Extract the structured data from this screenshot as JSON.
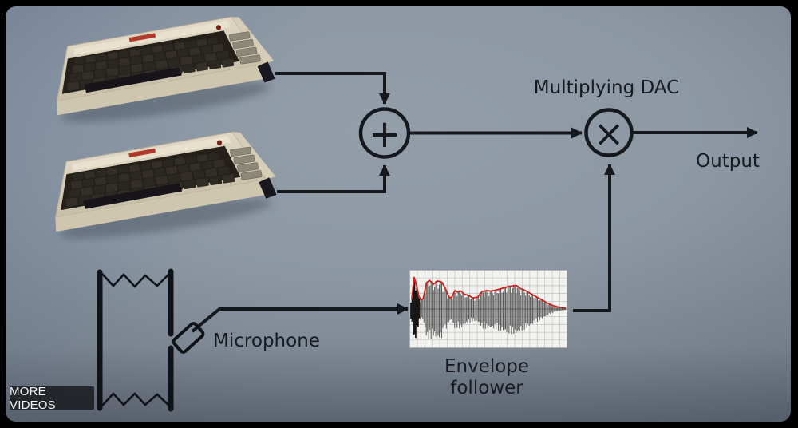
{
  "video_player": {
    "more_videos_label": "MORE VIDEOS"
  },
  "colors": {
    "ink": "#15181d",
    "background_center": "#939ea9",
    "background_edge": "#5d6671",
    "envelope_line": "#cd231d",
    "keyboard_body": "#d7cfba",
    "keyboard_keys": "#2b2722"
  },
  "diagram": {
    "title_label": "Multiplying DAC",
    "output_label": "Output",
    "microphone_label": "Microphone",
    "envelope_label_line1": "Envelope",
    "envelope_label_line2": "follower",
    "summing_node_symbol": "+",
    "multiplier_node_symbol": "×"
  },
  "envelope_image": {
    "type": "area",
    "background": "#f3f2ef",
    "grid_color": "#bfc1c2",
    "wave_color": "#454545",
    "wave_attack_color": "#0e0e0e",
    "envelope_color": "#cd231d",
    "envelope_points": [
      [
        0.005,
        0.3
      ],
      [
        0.02,
        0.97
      ],
      [
        0.035,
        0.75
      ],
      [
        0.05,
        0.4
      ],
      [
        0.065,
        0.27
      ],
      [
        0.08,
        0.33
      ],
      [
        0.1,
        0.8
      ],
      [
        0.12,
        0.88
      ],
      [
        0.145,
        0.76
      ],
      [
        0.17,
        0.86
      ],
      [
        0.2,
        0.82
      ],
      [
        0.225,
        0.6
      ],
      [
        0.245,
        0.38
      ],
      [
        0.26,
        0.33
      ],
      [
        0.285,
        0.57
      ],
      [
        0.3,
        0.52
      ],
      [
        0.32,
        0.56
      ],
      [
        0.345,
        0.45
      ],
      [
        0.37,
        0.42
      ],
      [
        0.4,
        0.34
      ],
      [
        0.43,
        0.36
      ],
      [
        0.46,
        0.54
      ],
      [
        0.49,
        0.56
      ],
      [
        0.52,
        0.55
      ],
      [
        0.55,
        0.58
      ],
      [
        0.58,
        0.62
      ],
      [
        0.61,
        0.66
      ],
      [
        0.645,
        0.7
      ],
      [
        0.68,
        0.72
      ],
      [
        0.71,
        0.62
      ],
      [
        0.74,
        0.56
      ],
      [
        0.77,
        0.48
      ],
      [
        0.8,
        0.4
      ],
      [
        0.83,
        0.32
      ],
      [
        0.86,
        0.24
      ],
      [
        0.89,
        0.16
      ],
      [
        0.92,
        0.1
      ],
      [
        0.95,
        0.06
      ],
      [
        1.0,
        0.03
      ]
    ]
  }
}
